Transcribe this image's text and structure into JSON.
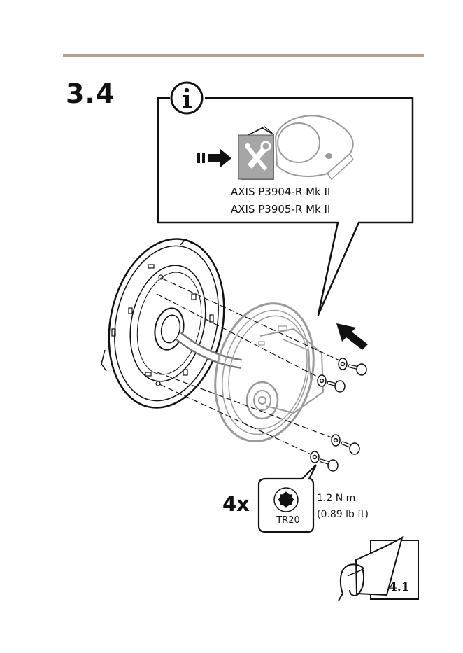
{
  "step": {
    "number": "3.4"
  },
  "info_callout": {
    "icon": "info-icon",
    "models": [
      "AXIS P3904-R Mk II",
      "AXIS P3905-R Mk II"
    ]
  },
  "fastening": {
    "quantity": "4x",
    "tool": "TR20",
    "torque_metric": "1.2 N m",
    "torque_imperial": "(0.89 lb ft)"
  },
  "next_step": {
    "label": "4.1"
  },
  "colors": {
    "rule": "#b59f93",
    "line": "#111111",
    "part_gray": "#9a9a9a"
  }
}
